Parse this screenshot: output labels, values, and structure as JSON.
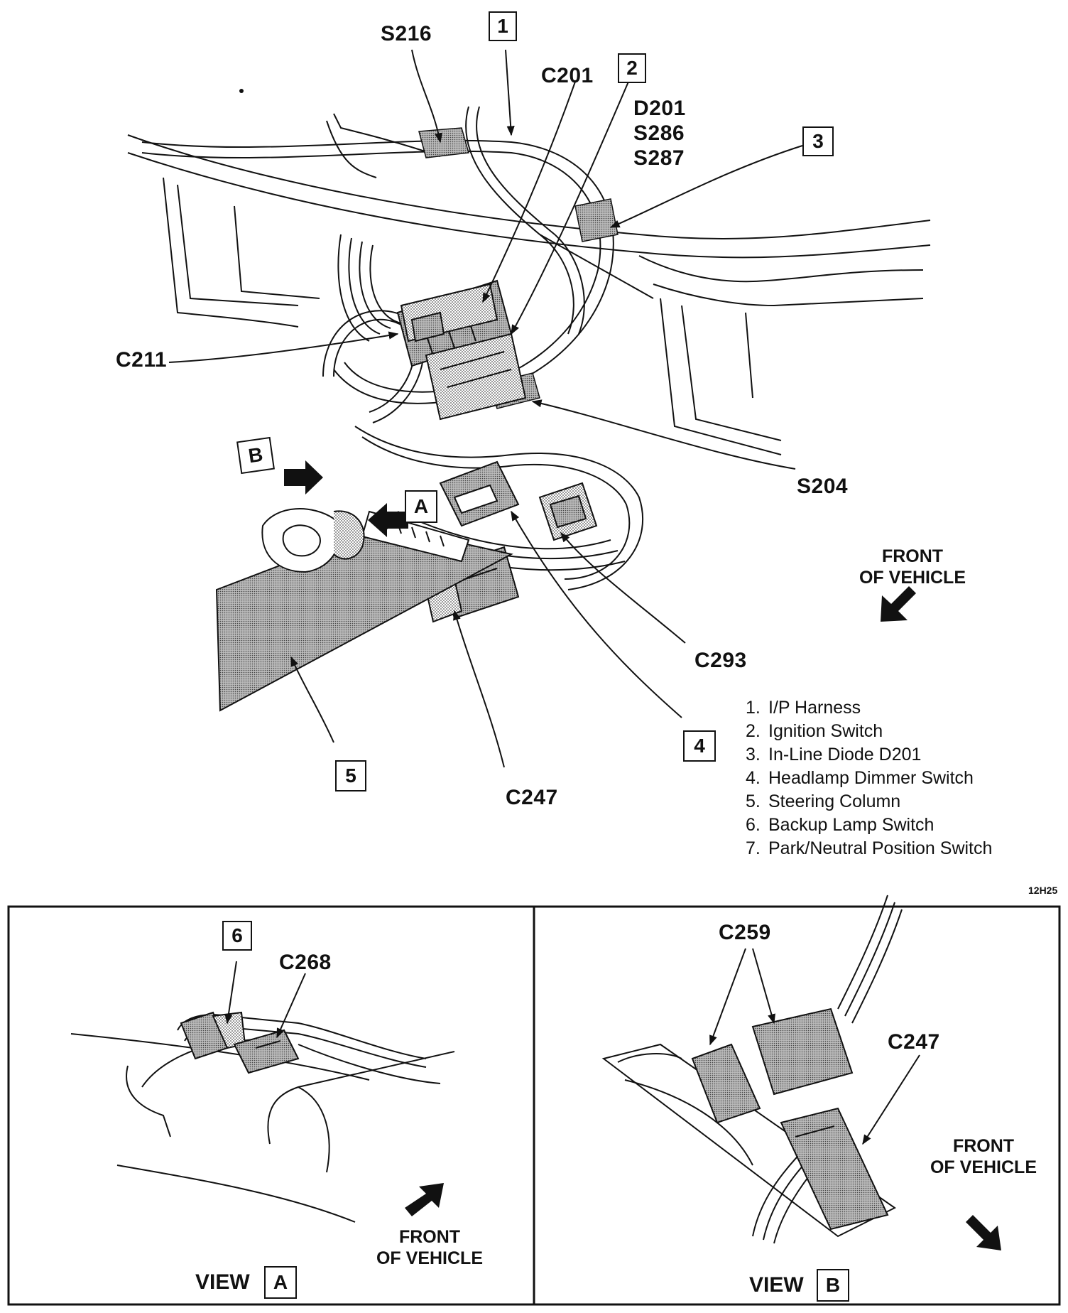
{
  "callouts": {
    "c1": "1",
    "c2": "2",
    "c3": "3",
    "c4": "4",
    "c5": "5",
    "c6": "6",
    "viewA_box": "A",
    "viewB_box": "B",
    "arrowA_box": "A",
    "arrowB_box": "B"
  },
  "labels": {
    "s216": "S216",
    "c201": "C201",
    "d201": "D201",
    "s286": "S286",
    "s287": "S287",
    "c211": "C211",
    "s204": "S204",
    "c293": "C293",
    "c247_main": "C247",
    "c268": "C268",
    "c259": "C259",
    "c247_viewb": "C247"
  },
  "front_main": {
    "line1": "FRONT",
    "line2": "OF VEHICLE"
  },
  "front_a": {
    "line1": "FRONT",
    "line2": "OF VEHICLE"
  },
  "front_b": {
    "line1": "FRONT",
    "line2": "OF VEHICLE"
  },
  "legend": [
    {
      "num": "1.",
      "text": "I/P Harness"
    },
    {
      "num": "2.",
      "text": "Ignition Switch"
    },
    {
      "num": "3.",
      "text": "In-Line Diode D201"
    },
    {
      "num": "4.",
      "text": "Headlamp Dimmer Switch"
    },
    {
      "num": "5.",
      "text": "Steering Column"
    },
    {
      "num": "6.",
      "text": "Backup Lamp Switch"
    },
    {
      "num": "7.",
      "text": "Park/Neutral Position Switch"
    }
  ],
  "figure_id": "12H25",
  "view_a": {
    "label": "VIEW"
  },
  "view_b": {
    "label": "VIEW"
  }
}
